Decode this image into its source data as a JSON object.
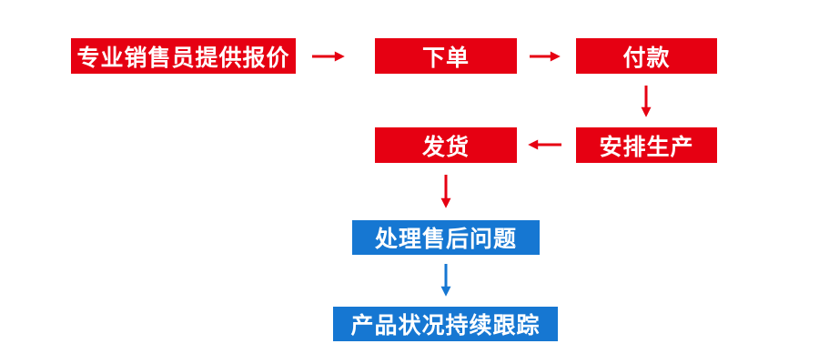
{
  "colors": {
    "red": "#e60012",
    "blue": "#1677d2",
    "node_text": "#ffffff",
    "background": "#ffffff"
  },
  "diagram": {
    "type": "flowchart",
    "nodes": [
      {
        "id": "quote",
        "label": "专业销售员提供报价",
        "color": "red"
      },
      {
        "id": "order",
        "label": "下单",
        "color": "red"
      },
      {
        "id": "payment",
        "label": "付款",
        "color": "red"
      },
      {
        "id": "production",
        "label": "安排生产",
        "color": "red"
      },
      {
        "id": "shipping",
        "label": "发货",
        "color": "red"
      },
      {
        "id": "aftersales",
        "label": "处理售后问题",
        "color": "blue"
      },
      {
        "id": "tracking",
        "label": "产品状况持续跟踪",
        "color": "blue"
      }
    ],
    "edges": [
      {
        "from": "quote",
        "to": "order",
        "direction": "right",
        "color": "red"
      },
      {
        "from": "order",
        "to": "payment",
        "direction": "right",
        "color": "red"
      },
      {
        "from": "payment",
        "to": "production",
        "direction": "down",
        "color": "red"
      },
      {
        "from": "production",
        "to": "shipping",
        "direction": "left",
        "color": "red"
      },
      {
        "from": "shipping",
        "to": "aftersales",
        "direction": "down",
        "color": "red"
      },
      {
        "from": "aftersales",
        "to": "tracking",
        "direction": "down",
        "color": "blue"
      }
    ]
  }
}
